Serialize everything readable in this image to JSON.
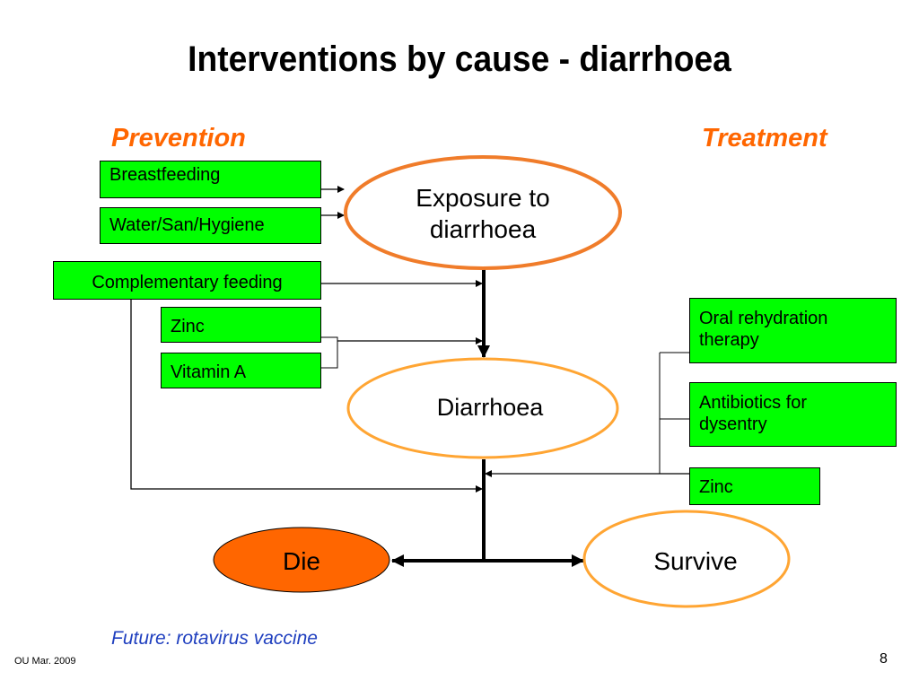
{
  "title": "Interventions by cause - diarrhoea",
  "headings": {
    "prevention": "Prevention",
    "treatment": "Treatment"
  },
  "prevention_boxes": {
    "breastfeeding": "Breastfeeding",
    "wash": "Water/San/Hygiene",
    "complementary_feeding": "Complementary feeding",
    "zinc": "Zinc",
    "vitamin_a": "Vitamin A"
  },
  "treatment_boxes": {
    "ors": "Oral rehydration therapy",
    "antibiotics": "Antibiotics for dysentry",
    "zinc": "Zinc"
  },
  "nodes": {
    "exposure": "Exposure to diarrhoea",
    "diarrhoea": "Diarrhoea",
    "die": "Die",
    "survive": "Survive"
  },
  "colors": {
    "box_fill": "#00ff00",
    "heading": "#ff6600",
    "node_outline": "#ffa533",
    "exposure_outline": "#f07c2a",
    "die_fill": "#ff6600",
    "footnote": "#1f3fbf"
  },
  "footnote": "Future: rotavirus vaccine",
  "footer": {
    "source": "OU Mar. 2009",
    "page": "8"
  }
}
